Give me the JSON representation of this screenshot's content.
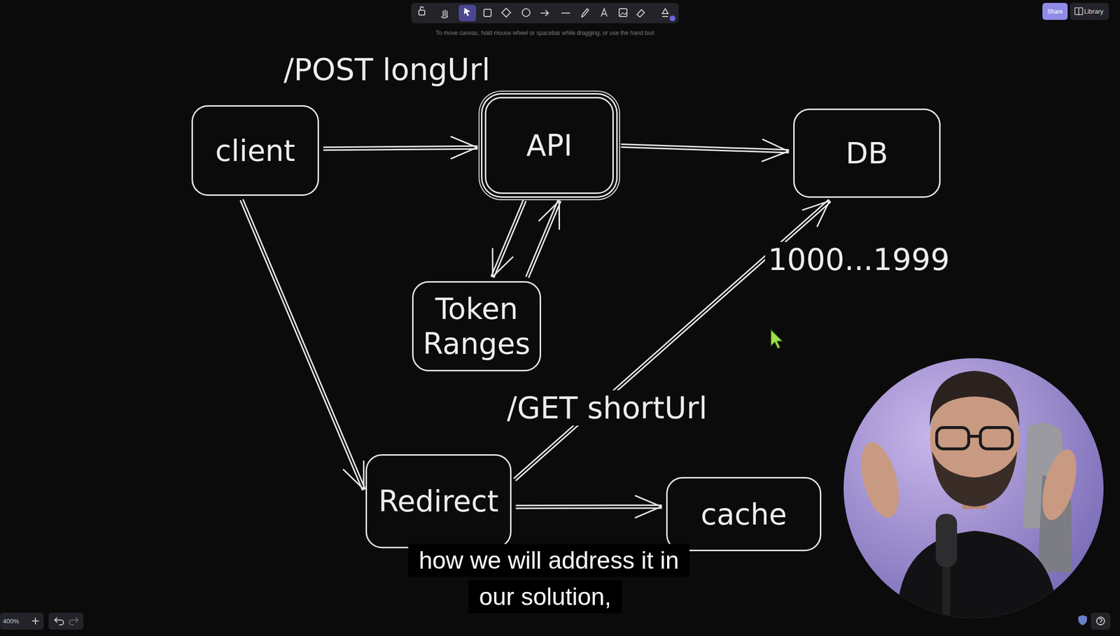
{
  "diagram": {
    "nodes": [
      {
        "text": [
          "client"
        ]
      },
      {
        "text": [
          "API"
        ]
      },
      {
        "text": [
          "DB"
        ]
      },
      {
        "text": [
          "Token Ranges"
        ]
      },
      {
        "text": [
          "Redirect"
        ]
      },
      {
        "text": [
          "cache"
        ]
      }
    ],
    "edges": [
      {
        "from": 0,
        "to": 1,
        "arrow": "to",
        "label": "/POST longUrl"
      },
      {
        "from": 1,
        "to": 2,
        "arrow": "to"
      },
      {
        "from": 1,
        "to": 3,
        "arrow": "to"
      },
      {
        "from": 3,
        "to": 1,
        "arrow": "to",
        "label": "1000...1999"
      },
      {
        "from": 0,
        "to": 4,
        "arrow": "to",
        "label": "/GET shortUrl"
      },
      {
        "from": 4,
        "to": 2,
        "arrow": "to"
      },
      {
        "from": 4,
        "to": 5,
        "arrow": "to"
      }
    ],
    "labels": [
      "how we will address it in our solution,",
      "To move canvas, hold mouse wheel or spacebar while dragging, or use the hand tool",
      "Share",
      "Library",
      "400%"
    ]
  }
}
